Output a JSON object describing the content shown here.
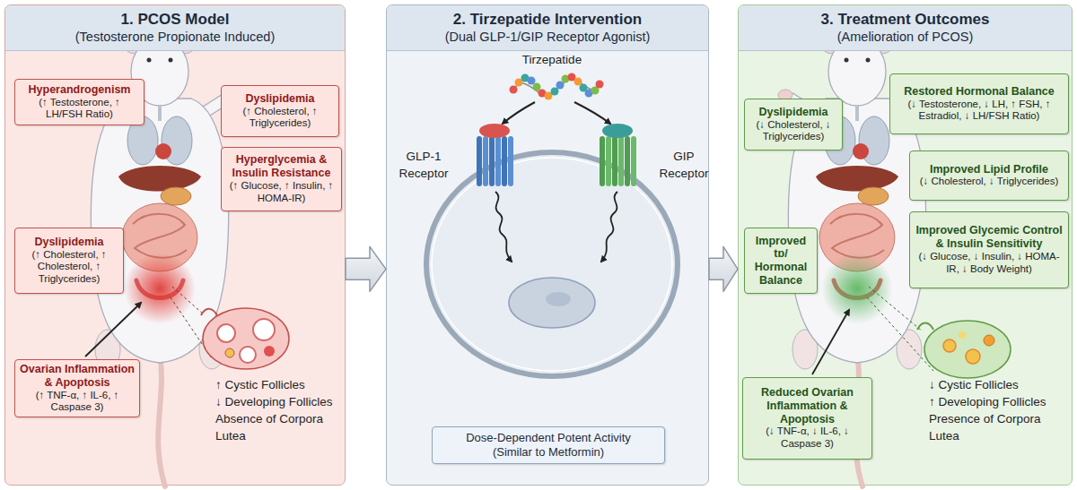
{
  "diagram": {
    "nodes": [
      {
        "text": [
          "1. PCOS Model",
          "(Testosterone Propionate Induced)"
        ]
      },
      {
        "text": [
          "Hyperandrogenism",
          "(↑ Testosterone, ↑ LH/FSH Ratio)"
        ],
        "in": 0
      },
      {
        "text": [
          "Dyslipidemia",
          "(↑ Cholesterol, ↑ Triglycerides)"
        ],
        "in": 0
      },
      {
        "text": [
          "Hyperglycemia & Insulin Resistance",
          "(↑ Glucose, ↑ Insulin, ↑ HOMA-IR)"
        ],
        "in": 0
      },
      {
        "text": [
          "Dyslipidemia",
          "(↑ Cholesterol, ↑ Cholesterol, ↑ Triglycerides)"
        ],
        "in": 0
      },
      {
        "text": [
          "Ovarian Inflammation & Apoptosis",
          "(↑ TNF-α, ↑ IL-6, ↑ Caspase 3)"
        ],
        "in": 0
      },
      {
        "text": [
          "2. Tirzepatide Intervention",
          "(Dual GLP-1/GIP Receptor Agonist)"
        ]
      },
      {
        "text": [
          "Dose-Dependent Potent Activity",
          "(Similar to Metformin)"
        ],
        "in": 6
      },
      {
        "text": [
          "3. Treatment Outcomes",
          "(Amelioration of PCOS)"
        ]
      },
      {
        "text": [
          "Dyslipidemia",
          "(↓ Cholesterol, ↓ Triglycerides)"
        ],
        "in": 8
      },
      {
        "text": [
          "Restored Hormonal Balance",
          "(↓ Testosterone, ↓ LH, ↑ FSH, ↑ Estradiol, ↓ LH/FSH Ratio)"
        ],
        "in": 8
      },
      {
        "text": [
          "Improved Lipid Profile",
          "(↓ Cholesterol, ↓ Triglycerides)"
        ],
        "in": 8
      },
      {
        "text": [
          "Improved tɒ/ Hormonal Balance"
        ],
        "in": 8
      },
      {
        "text": [
          "Improved Glycemic Control & Insulin Sensitivity",
          "(↓ Glucose, ↓ Insulin, ↓ HOMA-IR, ↓ Body Weight)"
        ],
        "in": 8
      },
      {
        "text": [
          "Reduced Ovarian Inflammation & Apoptosis",
          "(↓ TNF-α, ↓ IL-6, ↓ Caspase 3)"
        ],
        "in": 8
      }
    ],
    "edges": [
      {
        "from": 0,
        "to": 6,
        "arrow": "to"
      },
      {
        "from": 6,
        "to": 8,
        "arrow": "to"
      }
    ],
    "labels": [
      "↑ Cystic Follicles",
      "↓ Developing Follicles",
      "Absence of Corpora Lutea",
      "Tirzepatide",
      "GLP-1 Receptor",
      "GIP Receptor",
      "↓ Cystic Follicles",
      "↑ Developing Follicles",
      "Presence of Corpora Lutea"
    ]
  }
}
